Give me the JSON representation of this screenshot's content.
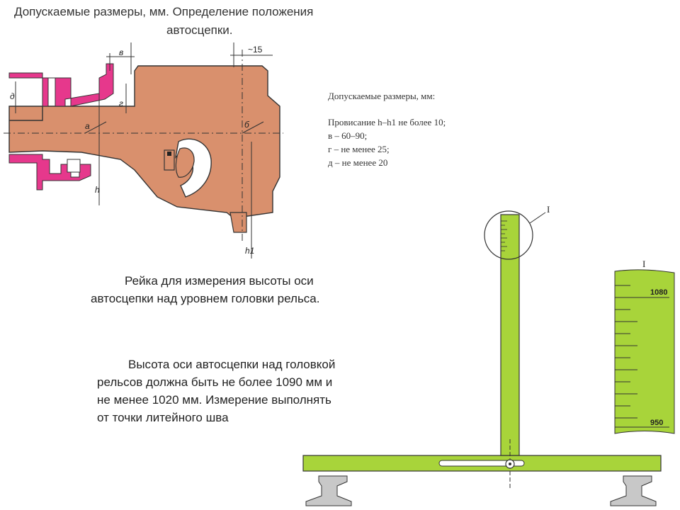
{
  "title": {
    "line1": "Допускаемые размеры, мм. Определение положения",
    "line2": "автосцепки."
  },
  "diagram": {
    "dim_v": "в",
    "dim_15": "~15",
    "dim_d": "д",
    "dim_g": "г",
    "point_a": "а",
    "point_b": "б",
    "h": "h",
    "h1": "h1"
  },
  "specs": {
    "heading": "Допускаемые размеры, мм:",
    "sag": "Провисание h–h1  не более 10;",
    "v": "в – 60–90;",
    "g": "г – не менее 25;",
    "d": "д – не менее 20"
  },
  "paragraph1": "Рейка для измерения высоты оси автосцепки над уровнем головки рельса.",
  "paragraph2": "Высота оси автосцепки над головкой рельсов должна быть не более 1090 мм и не менее 1020 мм. Измерение выполнять от точки литейного шва",
  "ruler": {
    "callout": "I",
    "detail_label": "I",
    "scale_top": "1080",
    "scale_bottom": "950"
  },
  "colors": {
    "coupler_body": "#d9906d",
    "pink_parts": "#e6388c",
    "ruler_green": "#a8d43a"
  }
}
